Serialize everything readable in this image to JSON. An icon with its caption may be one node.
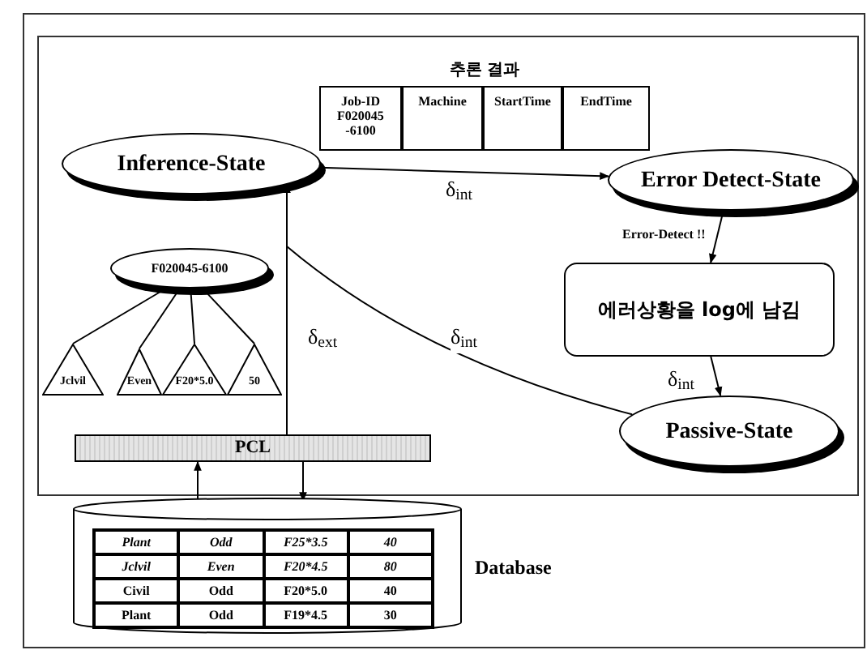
{
  "diagram": {
    "nodes": [
      {
        "text": [
          "Inference-State"
        ]
      },
      {
        "text": [
          "추론 결과"
        ]
      },
      {
        "text": [
          "Job-ID F020045 -6100"
        ],
        "in": 1
      },
      {
        "text": [
          "Machine"
        ],
        "in": 1
      },
      {
        "text": [
          "StartTime"
        ],
        "in": 1
      },
      {
        "text": [
          "EndTime"
        ],
        "in": 1
      },
      {
        "text": [
          "Error Detect-State"
        ]
      },
      {
        "text": [
          "에러상황을 log에 남김"
        ]
      },
      {
        "text": [
          "Passive-State"
        ]
      },
      {
        "text": [
          "F020045-6100"
        ]
      },
      {
        "text": [
          "Jclvil"
        ]
      },
      {
        "text": [
          "Even"
        ]
      },
      {
        "text": [
          "F20*5.0"
        ]
      },
      {
        "text": [
          "50"
        ]
      },
      {
        "text": [
          "PCL"
        ]
      },
      {
        "text": [],
        "shape": "cylinder",
        "beside": [
          "Database"
        ]
      }
    ],
    "edges": [
      {
        "from": 0,
        "to": 6,
        "arrow": "to",
        "label": "δ$_{int}$"
      },
      {
        "from": 6,
        "to": 7,
        "arrow": "to",
        "label": "Error-Detect !!"
      },
      {
        "from": 7,
        "to": 8,
        "arrow": "to",
        "label": "δ$_{int}$"
      },
      {
        "from": 8,
        "to": 0,
        "arrow": "to",
        "label": "δ$_{int}$"
      },
      {
        "from": 14,
        "to": 0,
        "arrow": "to",
        "label": "δ$_{ext}$"
      },
      {
        "from": 9,
        "to": 10,
        "arrow": "none"
      },
      {
        "from": 9,
        "to": 11,
        "arrow": "none"
      },
      {
        "from": 9,
        "to": 12,
        "arrow": "none"
      },
      {
        "from": 9,
        "to": 13,
        "arrow": "none"
      },
      {
        "from": 15,
        "to": 14,
        "arrow": "to"
      },
      {
        "from": 14,
        "to": 15,
        "arrow": "to"
      }
    ],
    "labels": [
      "Plant",
      "Odd",
      "F25*3.5",
      "40",
      "Jclvil",
      "Even",
      "F20*4.5",
      "80",
      "Civil",
      "Odd",
      "F20*5.0",
      "40",
      "Plant",
      "Odd",
      "F19*4.5",
      "30"
    ]
  }
}
